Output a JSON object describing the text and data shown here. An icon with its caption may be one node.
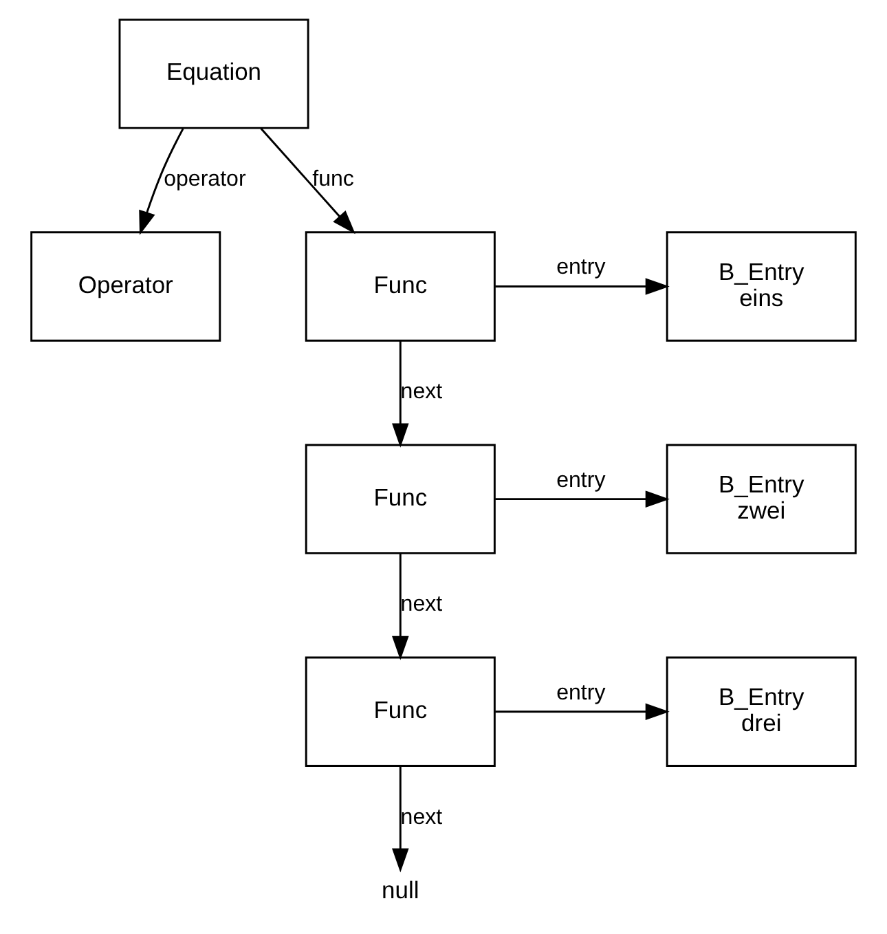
{
  "diagram": {
    "nodes": [
      {
        "text": [
          "Equation"
        ]
      },
      {
        "text": [
          "Operator"
        ]
      },
      {
        "text": [
          "Func"
        ]
      },
      {
        "text": [
          "B_Entry",
          "eins"
        ]
      },
      {
        "text": [
          "Func"
        ]
      },
      {
        "text": [
          "B_Entry",
          "zwei"
        ]
      },
      {
        "text": [
          "Func"
        ]
      },
      {
        "text": [
          "B_Entry",
          "drei"
        ]
      },
      {
        "text": [
          "null"
        ]
      }
    ],
    "edges": [
      {
        "from": 0,
        "to": 1,
        "arrow": "to",
        "label": "operator"
      },
      {
        "from": 0,
        "to": 2,
        "arrow": "to",
        "label": "func"
      },
      {
        "from": 2,
        "to": 3,
        "arrow": "to",
        "label": "entry"
      },
      {
        "from": 2,
        "to": 4,
        "arrow": "to",
        "label": "next"
      },
      {
        "from": 4,
        "to": 5,
        "arrow": "to",
        "label": "entry"
      },
      {
        "from": 4,
        "to": 6,
        "arrow": "to",
        "label": "next"
      },
      {
        "from": 6,
        "to": 7,
        "arrow": "to",
        "label": "entry"
      },
      {
        "from": 6,
        "to": 8,
        "arrow": "to",
        "label": "next"
      }
    ]
  }
}
